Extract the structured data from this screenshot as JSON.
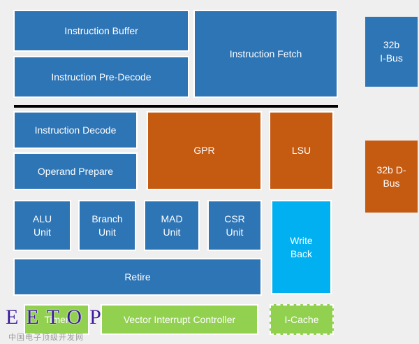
{
  "blocks": {
    "instruction_buffer": "Instruction Buffer",
    "instruction_fetch": "Instruction Fetch",
    "instruction_predecode": "Instruction Pre-Decode",
    "ibus": "32b\nI-Bus",
    "instruction_decode": "Instruction Decode",
    "operand_prepare": "Operand Prepare",
    "gpr": "GPR",
    "lsu": "LSU",
    "dbus": "32b D-\nBus",
    "alu": "ALU\nUnit",
    "branch": "Branch\nUnit",
    "mad": "MAD\nUnit",
    "csr": "CSR\nUnit",
    "write_back": "Write\nBack",
    "retire": "Retire",
    "timer": "Timer",
    "vic": "Vector Interrupt Controller",
    "icache": "I-Cache"
  },
  "watermark": {
    "logo": "EETOP",
    "subtitle": "中国电子顶级开发网"
  },
  "colors": {
    "blue": "#2e75b6",
    "orange": "#c55a11",
    "cyan": "#00b0f0",
    "green": "#92d050",
    "background": "#efefef"
  }
}
